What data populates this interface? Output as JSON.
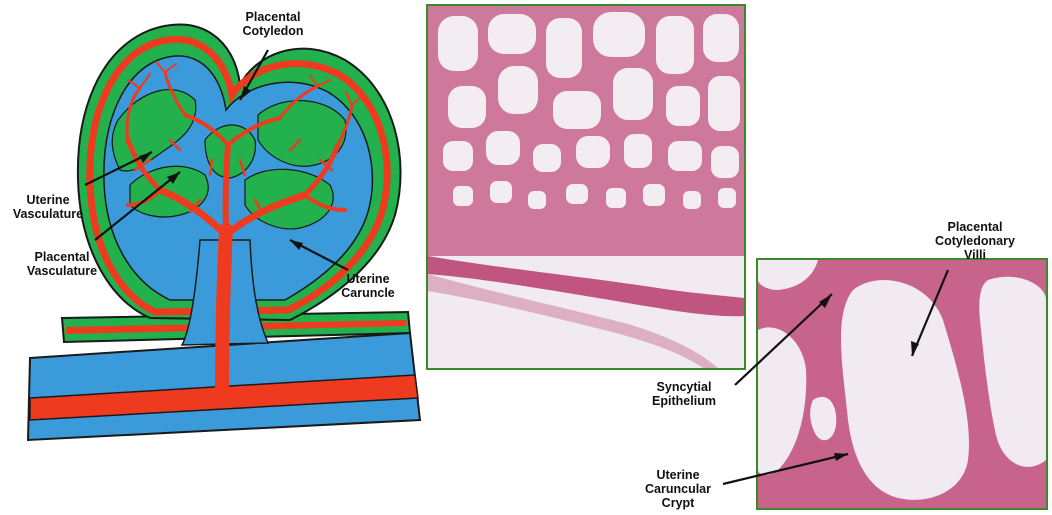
{
  "colors": {
    "chorion_green": "#22b14c",
    "uterine_blue": "#3b9ad9",
    "vessel_red": "#ee3a1f",
    "outline": "#1a1a1a",
    "tissue_pink": "#c8648c",
    "tissue_light": "#f1eaf0",
    "panel_border": "#3a8a2a"
  },
  "diagram": {
    "labels": {
      "placental_cotyledon": "Placental\nCotyledon",
      "uterine_vasculature": "Uterine\nVasculature",
      "placental_vasculature": "Placental\nVasculature",
      "uterine_caruncle": "Uterine\nCaruncle"
    }
  },
  "histology": {
    "low_mag_panel": "hematoxylin-eosin low magnification micrograph",
    "high_mag_panel": "hematoxylin-eosin high magnification micrograph",
    "labels": {
      "placental_cotyledonary_villi": "Placental\nCotyledonary\nVilli",
      "syncytial_epithelium": "Syncytial\nEpithelium",
      "uterine_caruncular_crypt": "Uterine\nCaruncular\nCrypt"
    }
  }
}
